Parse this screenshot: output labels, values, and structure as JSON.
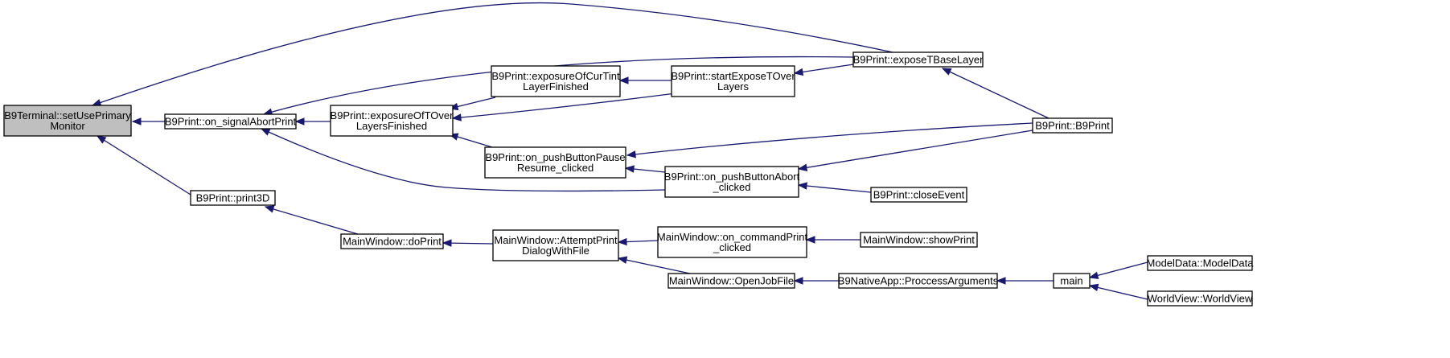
{
  "graph": {
    "nodes": [
      {
        "id": "n0",
        "lines": [
          "B9Terminal::setUsePrimary",
          "Monitor"
        ],
        "root": true
      },
      {
        "id": "n1",
        "lines": [
          "B9Print::on_signalAbortPrint"
        ]
      },
      {
        "id": "n2",
        "lines": [
          "B9Print::print3D"
        ]
      },
      {
        "id": "n3",
        "lines": [
          "B9Print::exposureOfTOver",
          "LayersFinished"
        ]
      },
      {
        "id": "n4",
        "lines": [
          "B9Print::exposeTBaseLayer"
        ]
      },
      {
        "id": "n5",
        "lines": [
          "B9Print::on_pushButtonAbort",
          "_clicked"
        ]
      },
      {
        "id": "n6",
        "lines": [
          "B9Print::exposureOfCurTint",
          "LayerFinished"
        ]
      },
      {
        "id": "n7",
        "lines": [
          "B9Print::on_pushButtonPause",
          "Resume_clicked"
        ]
      },
      {
        "id": "n8",
        "lines": [
          "B9Print::startExposeTOver",
          "Layers"
        ]
      },
      {
        "id": "n9",
        "lines": [
          "B9Print::B9Print"
        ]
      },
      {
        "id": "n10",
        "lines": [
          "B9Print::closeEvent"
        ]
      },
      {
        "id": "n11",
        "lines": [
          "MainWindow::doPrint"
        ]
      },
      {
        "id": "n12",
        "lines": [
          "MainWindow::AttemptPrint",
          "DialogWithFile"
        ]
      },
      {
        "id": "n13",
        "lines": [
          "MainWindow::on_commandPrint",
          "_clicked"
        ]
      },
      {
        "id": "n14",
        "lines": [
          "MainWindow::OpenJobFile"
        ]
      },
      {
        "id": "n15",
        "lines": [
          "MainWindow::showPrint"
        ]
      },
      {
        "id": "n16",
        "lines": [
          "B9NativeApp::ProccessArguments"
        ]
      },
      {
        "id": "n17",
        "lines": [
          "main"
        ]
      },
      {
        "id": "n18",
        "lines": [
          "ModelData::ModelData"
        ]
      },
      {
        "id": "n19",
        "lines": [
          "WorldView::WorldView"
        ]
      }
    ],
    "edges": [
      {
        "from": "n1",
        "to": "n0"
      },
      {
        "from": "n2",
        "to": "n0"
      },
      {
        "from": "n4",
        "to": "n0"
      },
      {
        "from": "n3",
        "to": "n1"
      },
      {
        "from": "n4",
        "to": "n1"
      },
      {
        "from": "n5",
        "to": "n1"
      },
      {
        "from": "n6",
        "to": "n3"
      },
      {
        "from": "n7",
        "to": "n3"
      },
      {
        "from": "n8",
        "to": "n3"
      },
      {
        "from": "n8",
        "to": "n6"
      },
      {
        "from": "n4",
        "to": "n8"
      },
      {
        "from": "n9",
        "to": "n4"
      },
      {
        "from": "n9",
        "to": "n7"
      },
      {
        "from": "n5",
        "to": "n7"
      },
      {
        "from": "n9",
        "to": "n5"
      },
      {
        "from": "n10",
        "to": "n5"
      },
      {
        "from": "n11",
        "to": "n2"
      },
      {
        "from": "n12",
        "to": "n11"
      },
      {
        "from": "n13",
        "to": "n12"
      },
      {
        "from": "n14",
        "to": "n12"
      },
      {
        "from": "n15",
        "to": "n13"
      },
      {
        "from": "n16",
        "to": "n14"
      },
      {
        "from": "n17",
        "to": "n16"
      },
      {
        "from": "n18",
        "to": "n17"
      },
      {
        "from": "n19",
        "to": "n17"
      }
    ]
  }
}
